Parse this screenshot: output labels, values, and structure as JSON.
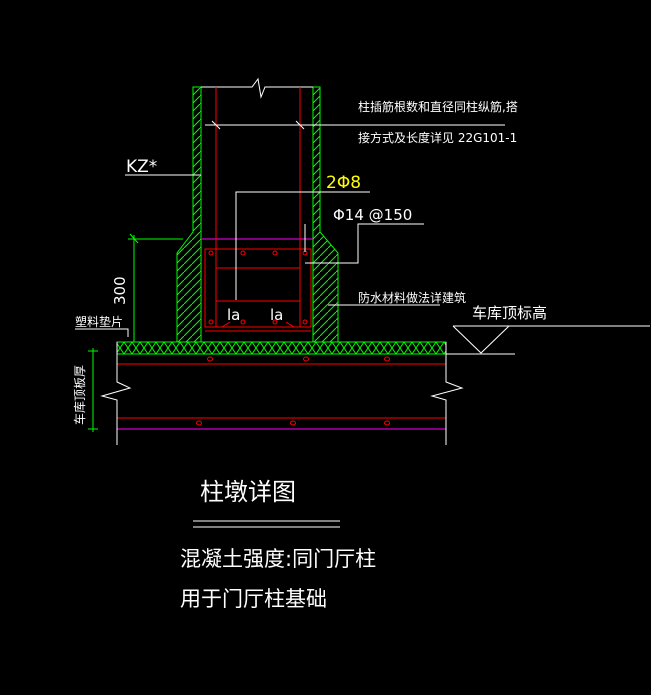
{
  "drawing": {
    "title": "柱墩详图",
    "notes": [
      "混凝土强度:同门厅柱",
      "用于门厅柱基础"
    ],
    "column_label": "KZ*",
    "dowel_note_line1": "柱插筋根数和直径同柱纵筋,搭",
    "dowel_note_line2": "接方式及长度详见 22G101-1",
    "stirrup_top": "2Φ8",
    "stirrup": "Φ14 @150",
    "anchor_left": "la",
    "anchor_right": "la",
    "waterproof_note": "防水材料做法详建筑",
    "elevation_label": "车库顶标高",
    "dimension_300": "300",
    "pad_label": "塑料垫片",
    "slab_label": "车库顶板厚"
  },
  "colors": {
    "concrete": "#00ff00",
    "rebar": "#ff0000",
    "text": "#ffffff",
    "highlight": "#ffff00",
    "magenta": "#ff00ff"
  }
}
